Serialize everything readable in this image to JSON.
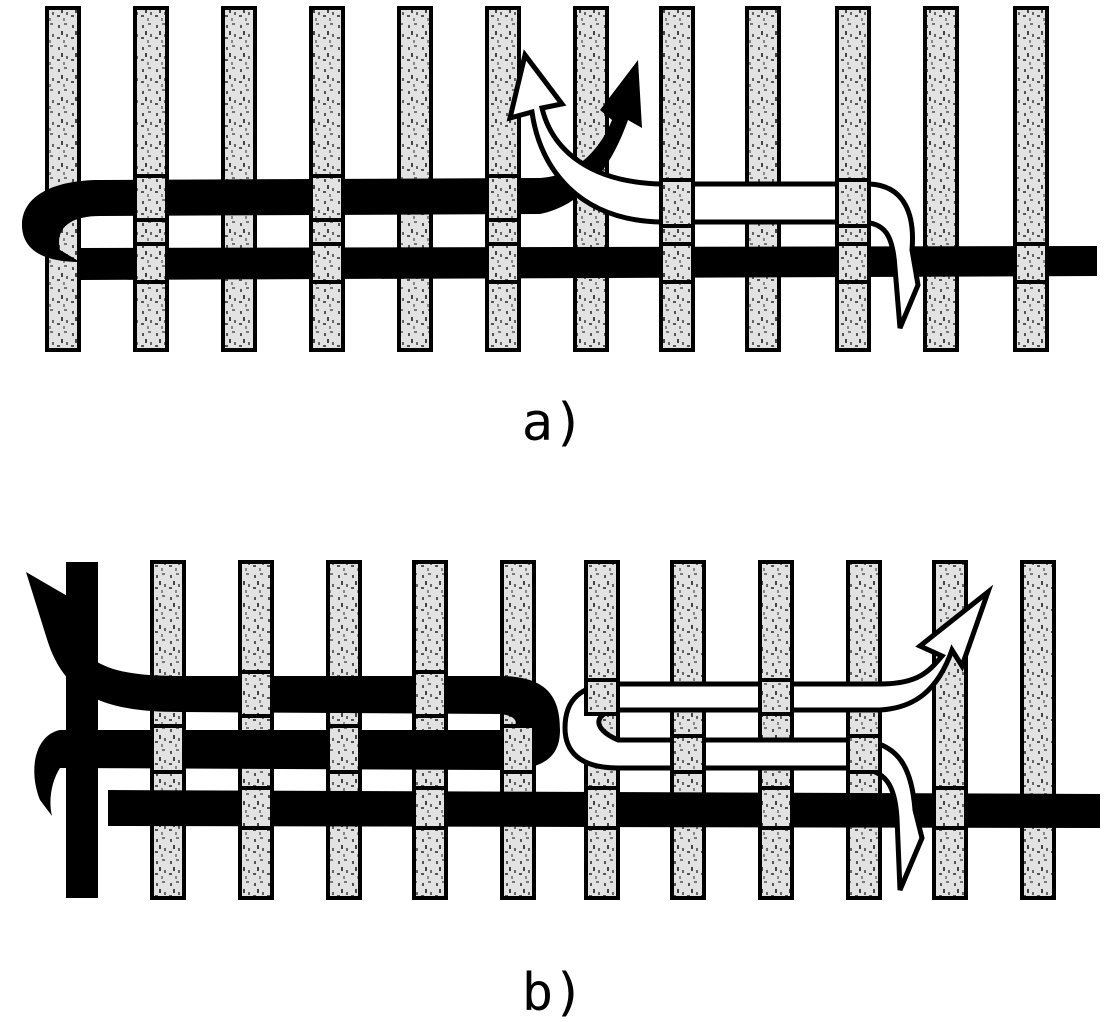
{
  "panels": [
    {
      "id": "a",
      "label": "a)"
    },
    {
      "id": "b",
      "label": "b)"
    }
  ],
  "colors": {
    "ink": "#000000",
    "paper": "#ffffff",
    "cane_fill": "#d9d9d9",
    "cane_speckle": "#555555"
  }
}
